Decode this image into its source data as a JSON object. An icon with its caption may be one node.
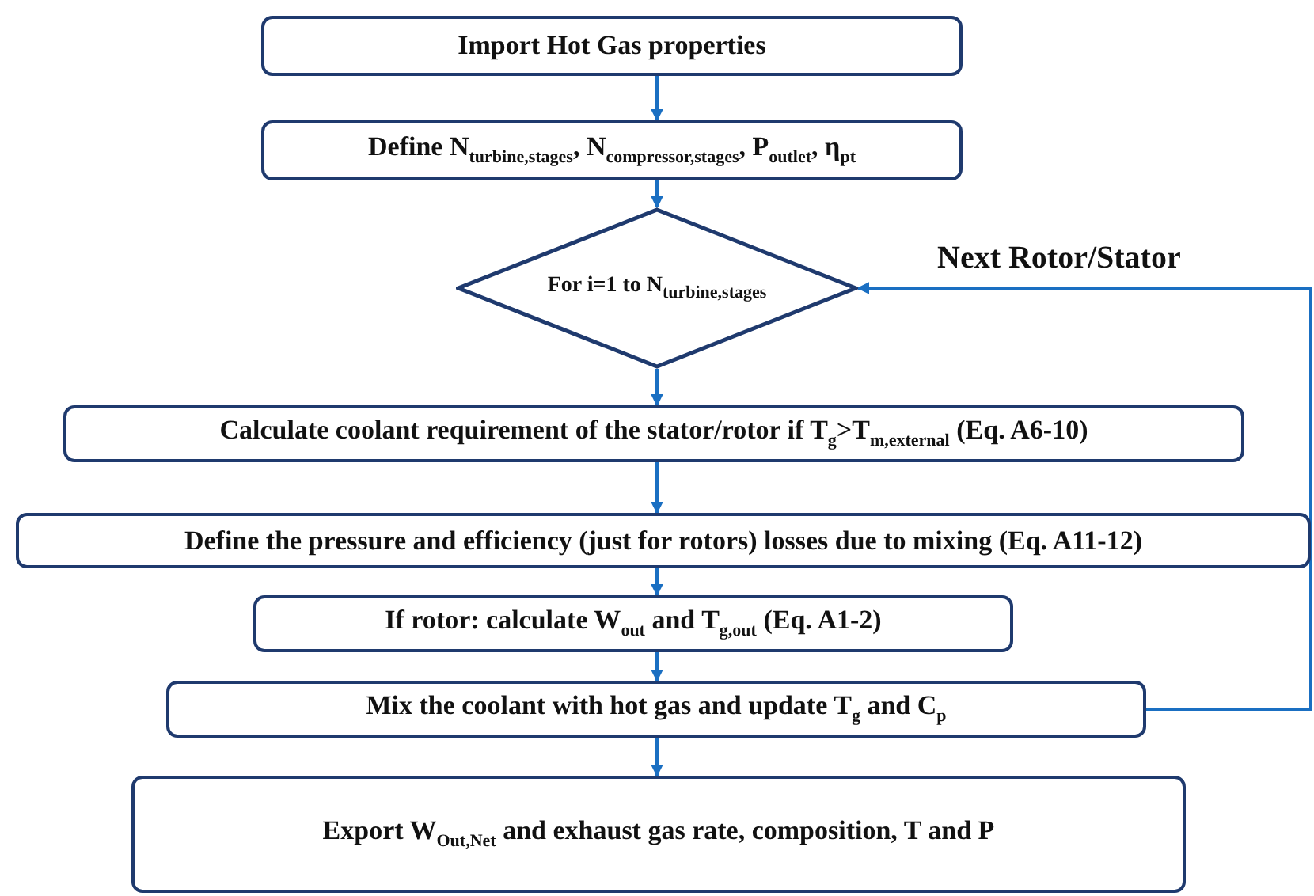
{
  "diagram": {
    "nodes": [
      {
        "text": [
          "Import Hot Gas properties"
        ]
      },
      {
        "text": [
          "Define N$_{turbine,stages}$, N$_{compressor,stages}$, P$_{outlet}$, η$_{pt}$"
        ]
      },
      {
        "text": [
          "For i=1 to N$_{turbine,stages}$"
        ]
      },
      {
        "text": [
          "Calculate coolant requirement of the stator/rotor if T$_{g}$>T$_{m,external}$ (Eq. A6-10)"
        ]
      },
      {
        "text": [
          "Define the pressure and efficiency (just for rotors) losses due to mixing (Eq. A11-12)"
        ]
      },
      {
        "text": [
          "If rotor: calculate W$_{out}$ and T$_{g,out}$ (Eq. A1-2)"
        ]
      },
      {
        "text": [
          "Mix the coolant with hot gas and update T$_{g}$ and C$_{p}$"
        ]
      },
      {
        "text": [
          "Export W$_{Out,Net}$ and exhaust gas rate, composition, T and P"
        ]
      }
    ],
    "edges": [
      {
        "from": 0,
        "to": 1,
        "arrow": "to"
      },
      {
        "from": 1,
        "to": 2,
        "arrow": "to"
      },
      {
        "from": 2,
        "to": 3,
        "arrow": "to"
      },
      {
        "from": 3,
        "to": 4,
        "arrow": "to"
      },
      {
        "from": 4,
        "to": 5,
        "arrow": "to"
      },
      {
        "from": 5,
        "to": 6,
        "arrow": "to"
      },
      {
        "from": 6,
        "to": 7,
        "arrow": "to"
      },
      {
        "from": 6,
        "to": 2,
        "arrow": "to",
        "label": "Next Rotor/Stator"
      }
    ]
  }
}
